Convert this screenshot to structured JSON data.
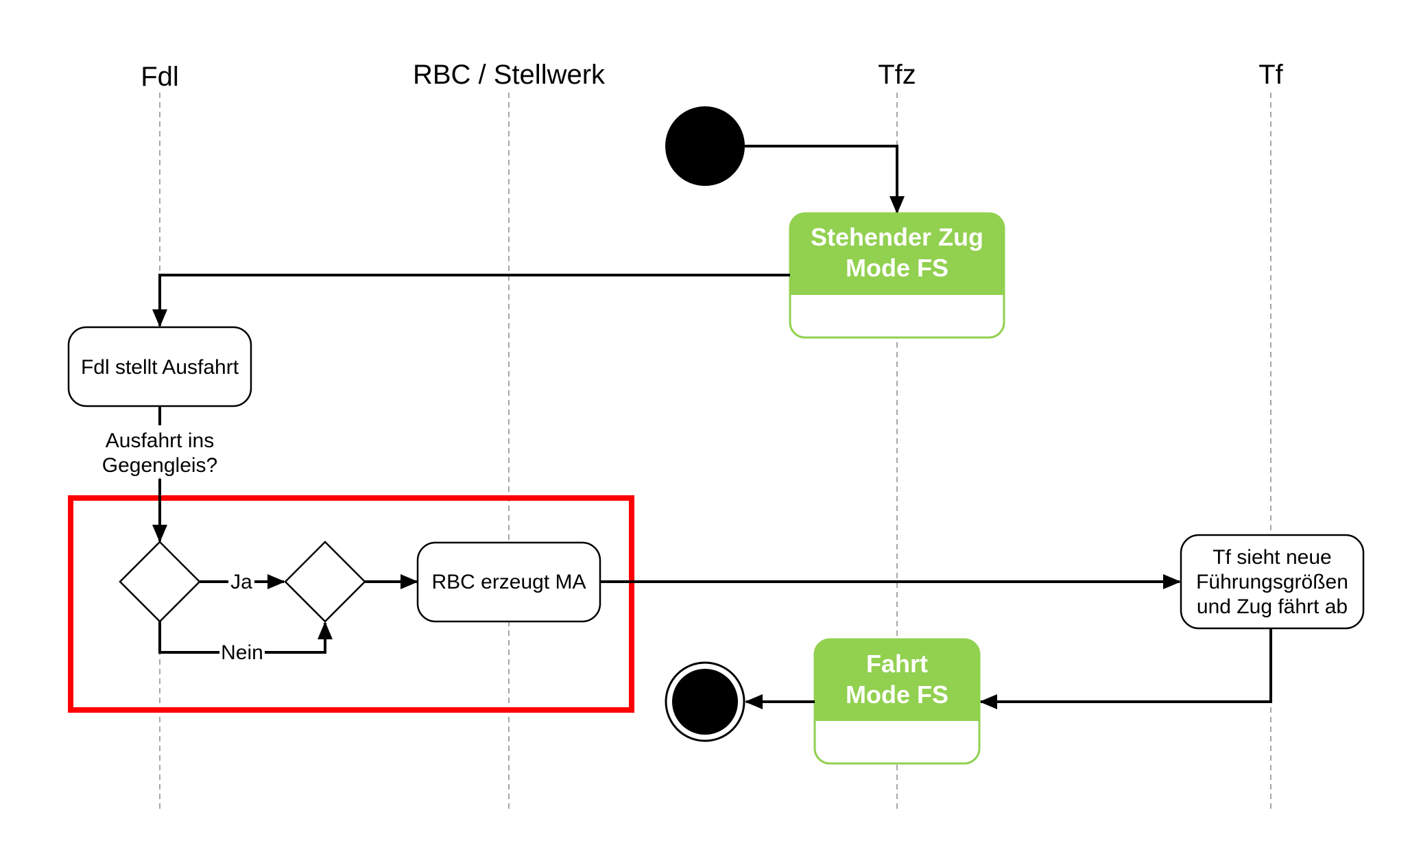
{
  "lanes": {
    "fdl": "Fdl",
    "rbc": "RBC / Stellwerk",
    "tfz": "Tfz",
    "tf": "Tf"
  },
  "nodes": {
    "stehender_zug": {
      "line1": "Stehender Zug",
      "line2": "Mode FS"
    },
    "fdl_stellt": "Fdl stellt Ausfahrt",
    "rbc_erzeugt": "RBC erzeugt MA",
    "tf_sieht": {
      "line1": "Tf sieht neue",
      "line2": "Führungsgrößen",
      "line3": "und Zug fährt ab"
    },
    "fahrt": {
      "line1": "Fahrt",
      "line2": "Mode FS"
    }
  },
  "edges": {
    "question": {
      "line1": "Ausfahrt ins",
      "line2": "Gegengleis?"
    },
    "ja": "Ja",
    "nein": "Nein"
  },
  "colors": {
    "state_green": "#92d050",
    "highlight_red": "#ff0000",
    "lane_line": "#a6a6a6"
  }
}
